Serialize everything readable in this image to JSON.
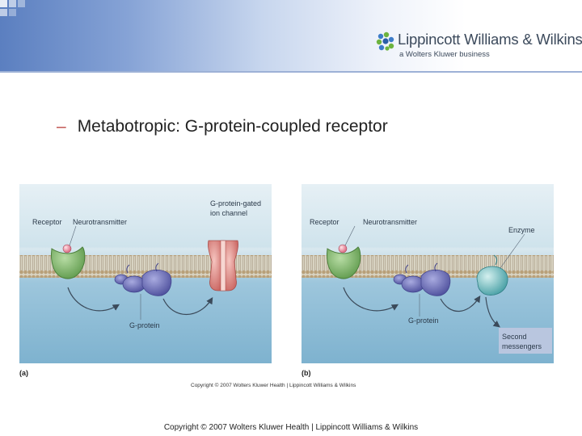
{
  "header": {
    "brand_name": "Lippincott Williams & Wilkins",
    "brand_tagline": "a Wolters Kluwer business"
  },
  "slide": {
    "bullet_dash": "–",
    "bullet_text": "Metabotropic: G-protein-coupled receptor"
  },
  "panel_a": {
    "letter": "(a)",
    "labels": {
      "receptor": "Receptor",
      "neurotransmitter": "Neurotransmitter",
      "channel_line1": "G-protein-gated",
      "channel_line2": "ion channel",
      "gprotein": "G-protein"
    }
  },
  "panel_b": {
    "letter": "(b)",
    "labels": {
      "receptor": "Receptor",
      "neurotransmitter": "Neurotransmitter",
      "enzyme": "Enzyme",
      "gprotein": "G-protein",
      "second_line1": "Second",
      "second_line2": "messengers"
    }
  },
  "figure_copyright": "Copyright © 2007 Wolters Kluwer Health | Lippincott Williams & Wilkins",
  "footer_copyright": "Copyright © 2007 Wolters Kluwer Health | Lippincott Williams & Wilkins",
  "colors": {
    "membrane_head": "#b8a07a",
    "receptor": "#7fb26a",
    "gprotein": "#6c6fb7",
    "channel": "#e08d8a",
    "enzyme": "#66b5b8",
    "second_messengers_box": "#b9c6df"
  }
}
